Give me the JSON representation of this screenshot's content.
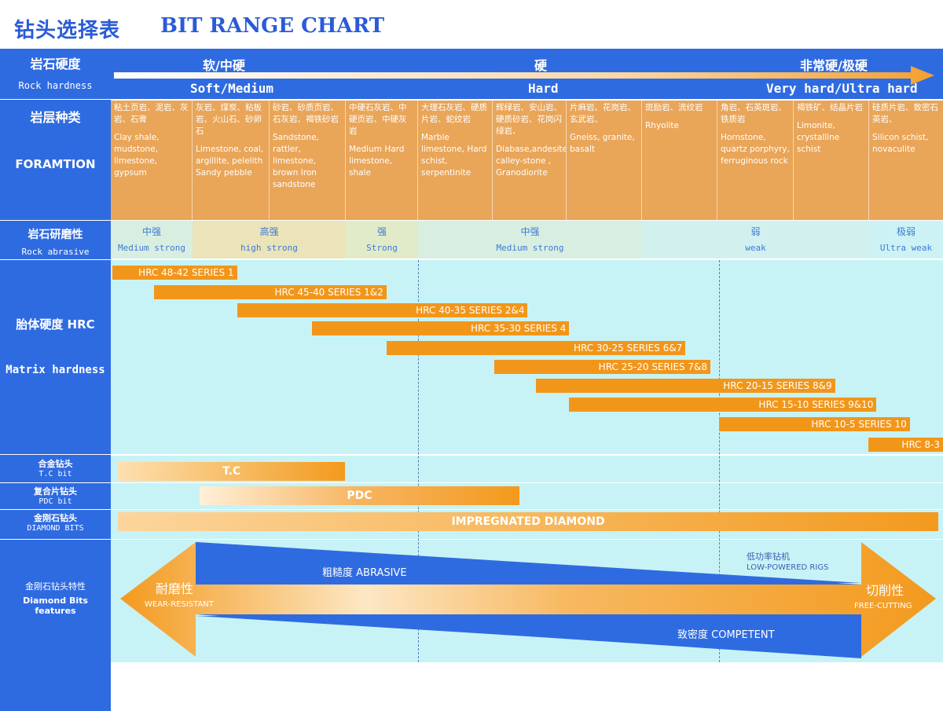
{
  "title": {
    "cn": "钻头选择表",
    "en": "BIT RANGE CHART"
  },
  "left_labels": {
    "hardness_cn": "岩石硬度",
    "hardness_en": "Rock hardness",
    "formation_cn": "岩层种类",
    "formation_en": "FORAMTION",
    "abrasive_cn": "岩石研磨性",
    "abrasive_en": "Rock abrasive",
    "matrix_cn": "胎体硬度 HRC",
    "matrix_en": "Matrix hardness",
    "tc_cn": "合金钻头",
    "tc_en": "T.C bit",
    "pdc_cn": "复合片钻头",
    "pdc_en": "PDC bit",
    "diamond_cn": "金刚石钻头",
    "diamond_en": "DIAMOND BITS",
    "features_cn": "金刚石钻头特性",
    "features_en1": "Diamond Bits",
    "features_en2": "features"
  },
  "hardness_scale": {
    "soft_cn": "软/中硬",
    "hard_cn": "硬",
    "vhard_cn": "非常硬/极硬",
    "soft_en": "Soft/Medium",
    "hard_en": "Hard",
    "vhard_en": "Very hard/Ultra hard"
  },
  "formations": [
    {
      "cn": "粘土页岩、泥岩、灰岩、石膏",
      "en": "Clay shale, mudstone, limestone, gypsum"
    },
    {
      "cn": "灰岩、煤炭、粘板岩、火山石、砂卵石",
      "en": "Limestone, coal, argillite, pelelith Sandy pebble"
    },
    {
      "cn": "砂岩、砂质页岩、石灰岩、褐铁砂岩",
      "en": "Sandstone, rattler, limestone, brown Iron sandstone"
    },
    {
      "cn": "中硬石灰岩、中硬页岩、中硬灰岩",
      "en": "Medium Hard limestone, shale"
    },
    {
      "cn": "大理石灰岩、硬质片岩、蛇纹岩",
      "en": "Marble limestone, Hard schist, serpentinite"
    },
    {
      "cn": "辉绿岩、安山岩、硬质砂岩、花岗闪绿岩、",
      "en": "Diabase,andesite, calley-stone , Granodiorite"
    },
    {
      "cn": "片麻岩、花岗岩、玄武岩、",
      "en": "Gneiss, granite, basalt"
    },
    {
      "cn": "斑励岩、流纹岩",
      "en": "Rhyolite"
    },
    {
      "cn": "角岩、石英斑岩、铁质岩",
      "en": "Hornstone, quartz porphyry, ferruginous rock"
    },
    {
      "cn": "褐铁矿、结晶片岩",
      "en": "Limonite, crystalline schist"
    },
    {
      "cn": "硅质片岩、致密石英岩、",
      "en": "Silicon schist, novaculite"
    }
  ],
  "abrasiveness": [
    {
      "cn": "中强",
      "en": "Medium strong"
    },
    {
      "cn": "高强",
      "en": "high strong"
    },
    {
      "cn": "强",
      "en": "Strong"
    },
    {
      "cn": "中强",
      "en": "Medium strong"
    },
    {
      "cn": "弱",
      "en": "weak"
    },
    {
      "cn": "极弱",
      "en": "Ultra weak"
    }
  ],
  "chart_data": {
    "type": "bar",
    "title": "BIT RANGE CHART",
    "ylabel": "Matrix hardness",
    "series": [
      {
        "name": "HRC 48-42   SERIES 1",
        "start": 0,
        "end": 15
      },
      {
        "name": "HRC 45-40   SERIES 1&2",
        "start": 5,
        "end": 33
      },
      {
        "name": "HRC 40-35   SERIES 2&4",
        "start": 15,
        "end": 50
      },
      {
        "name": "HRC 35-30   SERIES 4",
        "start": 24,
        "end": 55
      },
      {
        "name": "HRC 30-25   SERIES 6&7",
        "start": 33,
        "end": 69
      },
      {
        "name": "HRC 25-20   SERIES 7&8",
        "start": 46,
        "end": 72
      },
      {
        "name": "HRC 20-15   SERIES 8&9",
        "start": 51,
        "end": 87
      },
      {
        "name": "HRC 15-10   SERIES 9&10",
        "start": 55,
        "end": 92
      },
      {
        "name": "HRC 10-5   SERIES 10",
        "start": 73,
        "end": 96
      },
      {
        "name": "HRC 8-3",
        "start": 91,
        "end": 100
      }
    ],
    "bit_types": [
      {
        "name": "T.C",
        "start": 0.7,
        "end": 28
      },
      {
        "name": "PDC",
        "start": 10.5,
        "end": 49
      },
      {
        "name": "IMPREGNATED DIAMOND",
        "start": 0.7,
        "end": 99.4
      }
    ]
  },
  "features": {
    "abrasive_label": "粗糙度   ABRASIVE",
    "competent_label": "致密度   COMPETENT",
    "wear_cn": "耐磨性",
    "wear_en": "WEAR-RESISTANT",
    "cut_cn": "切削性",
    "cut_en": "FREE-CUTTING",
    "rigs_cn": "低功率钻机",
    "rigs_en": "LOW-POWERED RIGS"
  },
  "colors": {
    "blue": "#2f6be0",
    "orange": "#f2961a",
    "cyan": "#c7f3f6",
    "formation": "#e9a558"
  }
}
